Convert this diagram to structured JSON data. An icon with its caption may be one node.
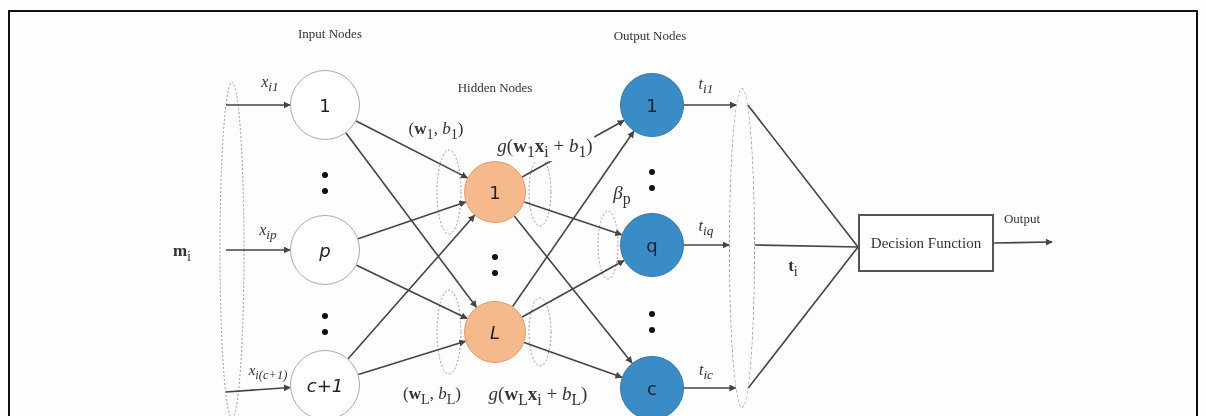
{
  "diagram": {
    "nodes": [
      {
        "text": [
          "1"
        ]
      },
      {
        "text": [
          "p"
        ]
      },
      {
        "text": [
          "c+1"
        ]
      },
      {
        "text": [
          "1"
        ]
      },
      {
        "text": [
          "L"
        ]
      },
      {
        "text": [
          "1"
        ]
      },
      {
        "text": [
          "q"
        ]
      },
      {
        "text": [
          "c"
        ]
      },
      {
        "text": [
          "Decision Function"
        ]
      },
      {
        "text": [],
        "shape": "ellipse"
      }
    ],
    "edges": [
      {
        "from": null,
        "to": 0,
        "arrow": "to",
        "label": "x$_{i1}$"
      },
      {
        "from": null,
        "to": 1,
        "arrow": "to",
        "label": "x$_{ip}$"
      },
      {
        "from": null,
        "to": 2,
        "arrow": "to",
        "label": "x$_{i(c+1)}$"
      },
      {
        "from": 0,
        "to": 3,
        "arrow": "to"
      },
      {
        "from": 0,
        "to": 4,
        "arrow": "to"
      },
      {
        "from": 1,
        "to": 3,
        "arrow": "to"
      },
      {
        "from": 1,
        "to": 4,
        "arrow": "to"
      },
      {
        "from": 2,
        "to": 3,
        "arrow": "to"
      },
      {
        "from": 2,
        "to": 4,
        "arrow": "to"
      },
      {
        "from": 3,
        "to": 5,
        "arrow": "to"
      },
      {
        "from": 3,
        "to": 6,
        "arrow": "to"
      },
      {
        "from": 3,
        "to": 7,
        "arrow": "to"
      },
      {
        "from": 4,
        "to": 5,
        "arrow": "to"
      },
      {
        "from": 4,
        "to": 6,
        "arrow": "to"
      },
      {
        "from": 4,
        "to": 7,
        "arrow": "to"
      },
      {
        "from": 5,
        "to": 9,
        "arrow": "to",
        "label": "t$_{i1}$"
      },
      {
        "from": 6,
        "to": 9,
        "arrow": "to",
        "label": "t$_{iq}$"
      },
      {
        "from": 7,
        "to": 9,
        "arrow": "to",
        "label": "t$_{ic}$"
      },
      {
        "from": 8,
        "to": null,
        "arrow": "to",
        "label": "Output"
      },
      {
        "from": 9,
        "to": 8,
        "arrow": "none"
      },
      {
        "from": 9,
        "to": 8,
        "arrow": "none"
      },
      {
        "from": 9,
        "to": 8,
        "arrow": "none"
      }
    ],
    "labels": [
      "Input Nodes",
      "Hidden Nodes",
      "Output Nodes",
      "**m**$_{i}$",
      "(**w**$_{1}$, *b*$_{1}$)",
      "*g*(**w**$_{1}$**x**$_{i}$ + *b*$_{1}$)",
      "*β*$_{p}$",
      "**t**$_{i}$",
      "(**w**$_{L}$, *b*$_{L}$)",
      "*g*(**w**$_{L}$**x**$_{i}$ + *b*$_{L}$)"
    ]
  }
}
